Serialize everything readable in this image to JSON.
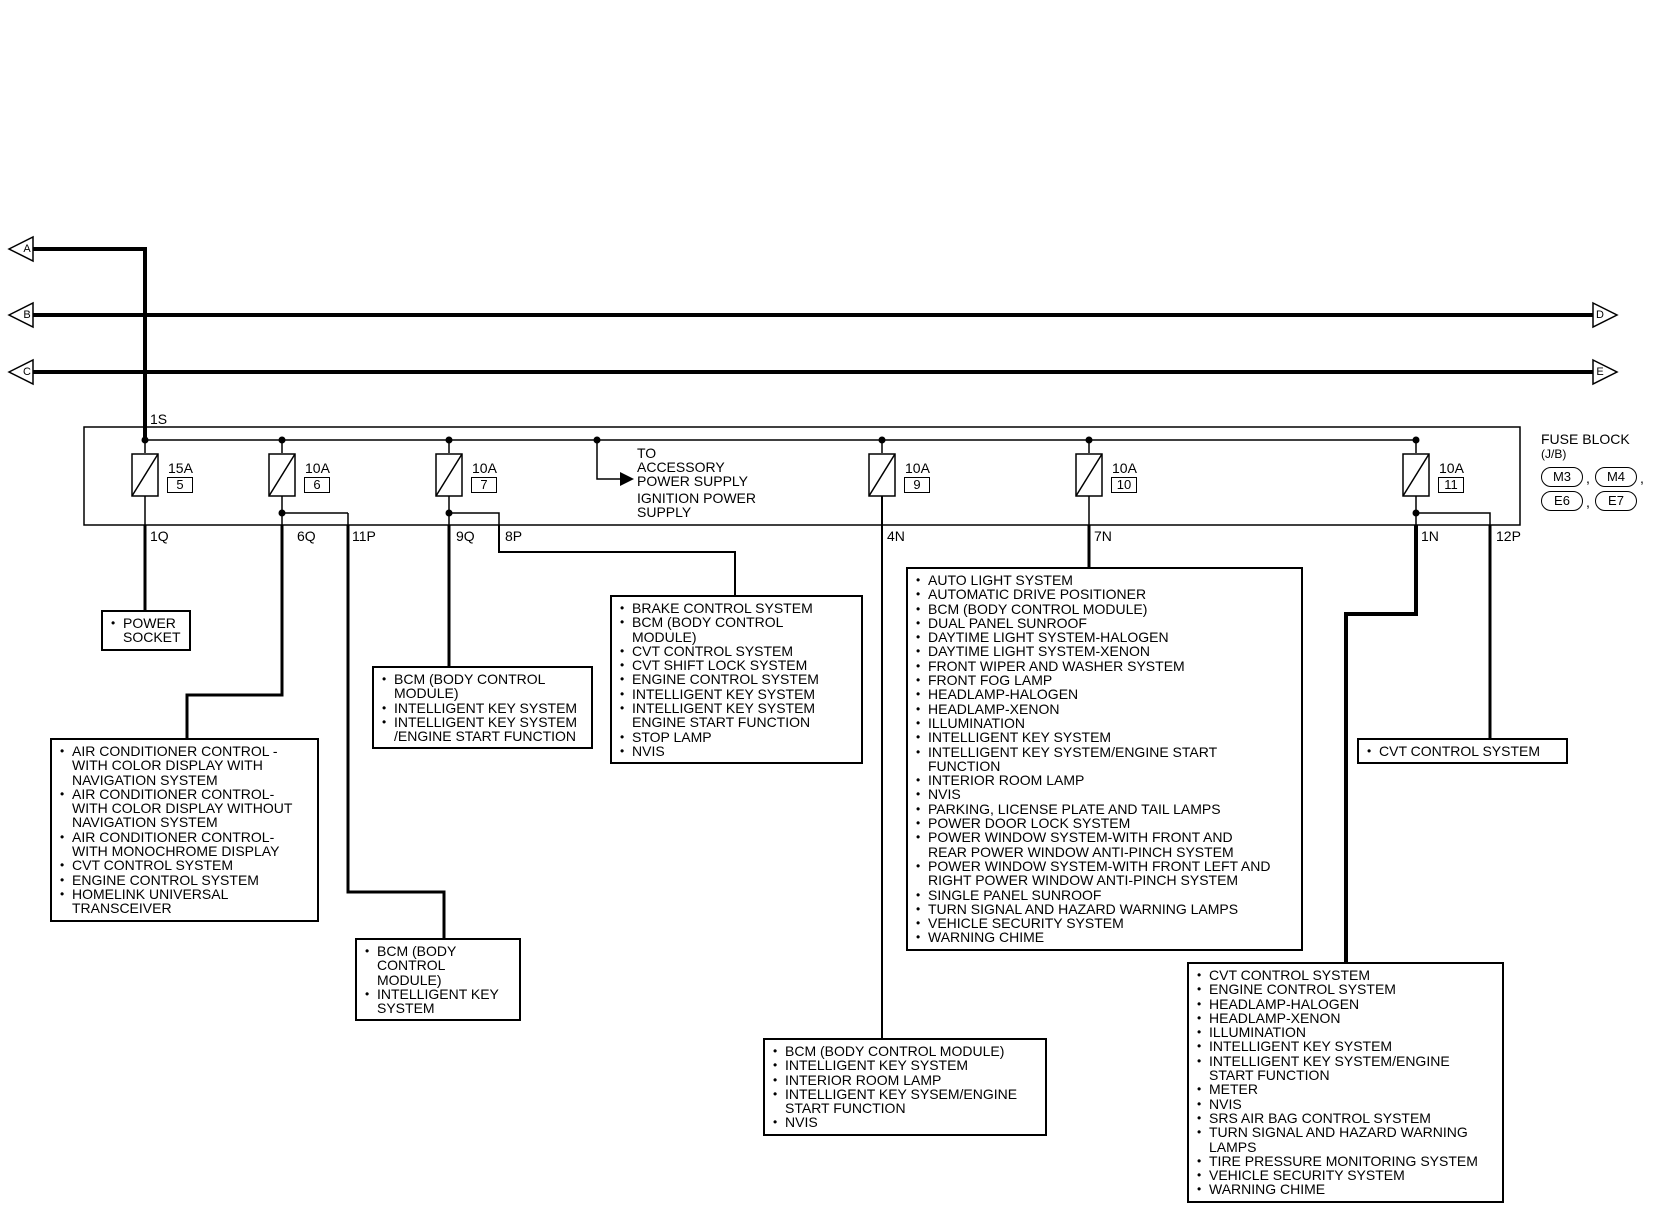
{
  "connectors": [
    {
      "label": "A"
    },
    {
      "label": "B"
    },
    {
      "label": "C"
    },
    {
      "label": "D"
    },
    {
      "label": "E"
    }
  ],
  "fuse_block": {
    "title": "FUSE BLOCK",
    "subtitle": "(J/B)",
    "connectors": [
      "M3",
      "M4",
      "E6",
      "E7"
    ]
  },
  "entry_terminal": "1S",
  "fuses": [
    {
      "amp": "15A",
      "number": "5"
    },
    {
      "amp": "10A",
      "number": "6"
    },
    {
      "amp": "10A",
      "number": "7"
    },
    {
      "amp": "10A",
      "number": "9"
    },
    {
      "amp": "10A",
      "number": "10"
    },
    {
      "amp": "10A",
      "number": "11"
    }
  ],
  "accessory_note": {
    "line1": "TO",
    "line2": "ACCESSORY",
    "line3": "POWER SUPPLY",
    "line4": "IGNITION POWER",
    "line5": "SUPPLY"
  },
  "terminals": {
    "t1q": "1Q",
    "t6q": "6Q",
    "t11p": "11P",
    "t9q": "9Q",
    "t8p": "8P",
    "t4n": "4N",
    "t7n": "7N",
    "t1n": "1N",
    "t12p": "12P"
  },
  "lists": {
    "power_socket": [
      "POWER\nSOCKET"
    ],
    "fuse6_6q": [
      "AIR CONDITIONER CONTROL -\nWITH COLOR DISPLAY WITH\nNAVIGATION SYSTEM",
      "AIR CONDITIONER CONTROL-\nWITH COLOR DISPLAY WITHOUT\nNAVIGATION SYSTEM",
      "AIR CONDITIONER CONTROL-\nWITH MONOCHROME DISPLAY",
      "CVT CONTROL SYSTEM",
      "ENGINE CONTROL SYSTEM",
      "HOMELINK UNIVERSAL\nTRANSCEIVER"
    ],
    "fuse6_11p": [
      "BCM (BODY\nCONTROL MODULE)",
      "INTELLIGENT KEY\nSYSTEM"
    ],
    "fuse7_9q": [
      "BCM (BODY CONTROL\nMODULE)",
      "INTELLIGENT KEY SYSTEM",
      "INTELLIGENT KEY SYSTEM\n/ENGINE START FUNCTION"
    ],
    "fuse7_8p": [
      "BRAKE CONTROL SYSTEM",
      "BCM (BODY CONTROL\nMODULE)",
      "CVT CONTROL SYSTEM",
      "CVT SHIFT LOCK SYSTEM",
      "ENGINE CONTROL SYSTEM",
      "INTELLIGENT KEY SYSTEM",
      "INTELLIGENT KEY SYSTEM\nENGINE START FUNCTION",
      "STOP LAMP",
      "NVIS"
    ],
    "fuse9_4n": [
      "BCM (BODY CONTROL MODULE)",
      "INTELLIGENT KEY SYSTEM",
      "INTERIOR ROOM LAMP",
      "INTELLIGENT KEY SYSEM/ENGINE\nSTART FUNCTION",
      "NVIS"
    ],
    "fuse10_7n": [
      "AUTO LIGHT SYSTEM",
      "AUTOMATIC DRIVE POSITIONER",
      "BCM (BODY CONTROL MODULE)",
      "DUAL PANEL SUNROOF",
      "DAYTIME LIGHT SYSTEM-HALOGEN",
      "DAYTIME LIGHT SYSTEM-XENON",
      "FRONT WIPER AND WASHER SYSTEM",
      "FRONT FOG LAMP",
      "HEADLAMP-HALOGEN",
      "HEADLAMP-XENON",
      "ILLUMINATION",
      "INTELLIGENT KEY SYSTEM",
      "INTELLIGENT KEY SYSTEM/ENGINE START\nFUNCTION",
      "INTERIOR ROOM LAMP",
      "NVIS",
      "PARKING, LICENSE PLATE AND TAIL LAMPS",
      "POWER DOOR LOCK SYSTEM",
      "POWER WINDOW SYSTEM-WITH FRONT AND\nREAR POWER WINDOW ANTI-PINCH SYSTEM",
      "POWER WINDOW SYSTEM-WITH FRONT LEFT AND\nRIGHT POWER WINDOW ANTI-PINCH SYSTEM",
      "SINGLE PANEL SUNROOF",
      "TURN SIGNAL AND HAZARD WARNING LAMPS",
      "VEHICLE SECURITY SYSTEM",
      "WARNING CHIME"
    ],
    "fuse11_1n": [
      "CVT CONTROL SYSTEM",
      "ENGINE CONTROL SYSTEM",
      "HEADLAMP-HALOGEN",
      "HEADLAMP-XENON",
      "ILLUMINATION",
      "INTELLIGENT KEY SYSTEM",
      "INTELLIGENT KEY SYSTEM/ENGINE\nSTART FUNCTION",
      "METER",
      "NVIS",
      "SRS AIR BAG CONTROL SYSTEM",
      "TURN SIGNAL AND HAZARD WARNING\nLAMPS",
      "TIRE PRESSURE MONITORING SYSTEM",
      "VEHICLE SECURITY SYSTEM",
      "WARNING CHIME"
    ],
    "fuse11_12p": [
      "CVT CONTROL SYSTEM"
    ]
  }
}
